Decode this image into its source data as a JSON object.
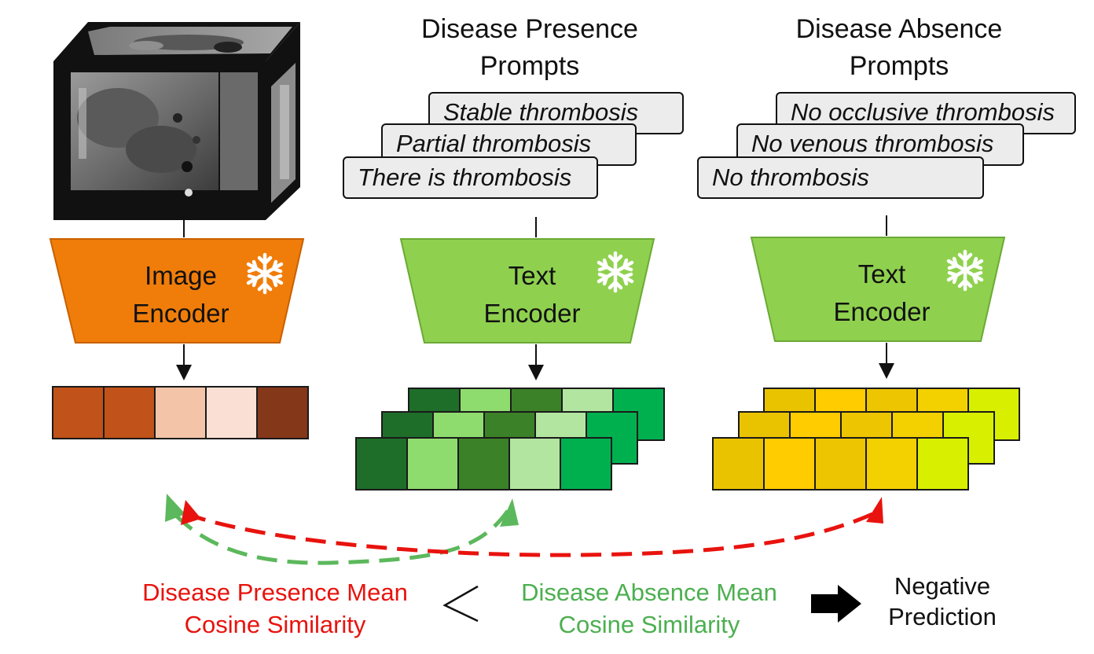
{
  "presence": {
    "title_line1": "Disease Presence",
    "title_line2": "Prompts",
    "prompts": [
      "Stable thrombosis",
      "Partial thrombosis",
      "There is thrombosis"
    ]
  },
  "absence": {
    "title_line1": "Disease Absence",
    "title_line2": "Prompts",
    "prompts": [
      "No occlusive thrombosis",
      "No venous thrombosis",
      "No thrombosis"
    ]
  },
  "encoders": {
    "image": {
      "line1": "Image",
      "line2": "Encoder",
      "color": "#F07D0A"
    },
    "text_presence": {
      "line1": "Text",
      "line2": "Encoder",
      "color": "#8FD14F"
    },
    "text_absence": {
      "line1": "Text",
      "line2": "Encoder",
      "color": "#8FD14F"
    },
    "frozen_icon": "snowflake-icon"
  },
  "embeddings": {
    "image_colors": [
      "#C0521A",
      "#C0521A",
      "#F3C4A8",
      "#FAE0D4",
      "#85371A"
    ],
    "presence_colors": [
      "#1E6E2A",
      "#8EDB6E",
      "#3B8128",
      "#B2E5A0",
      "#00B04F"
    ],
    "absence_colors": [
      "#E9C300",
      "#FFCC00",
      "#EDC500",
      "#F3D000",
      "#D8F000"
    ]
  },
  "bottom": {
    "presence_line1": "Disease Presence Mean",
    "presence_line2": "Cosine Similarity",
    "presence_color": "#E8130E",
    "comparator": "<",
    "absence_line1": "Disease Absence Mean",
    "absence_line2": "Cosine Similarity",
    "absence_color": "#4CAF50",
    "result_line1": "Negative",
    "result_line2": "Prediction"
  }
}
